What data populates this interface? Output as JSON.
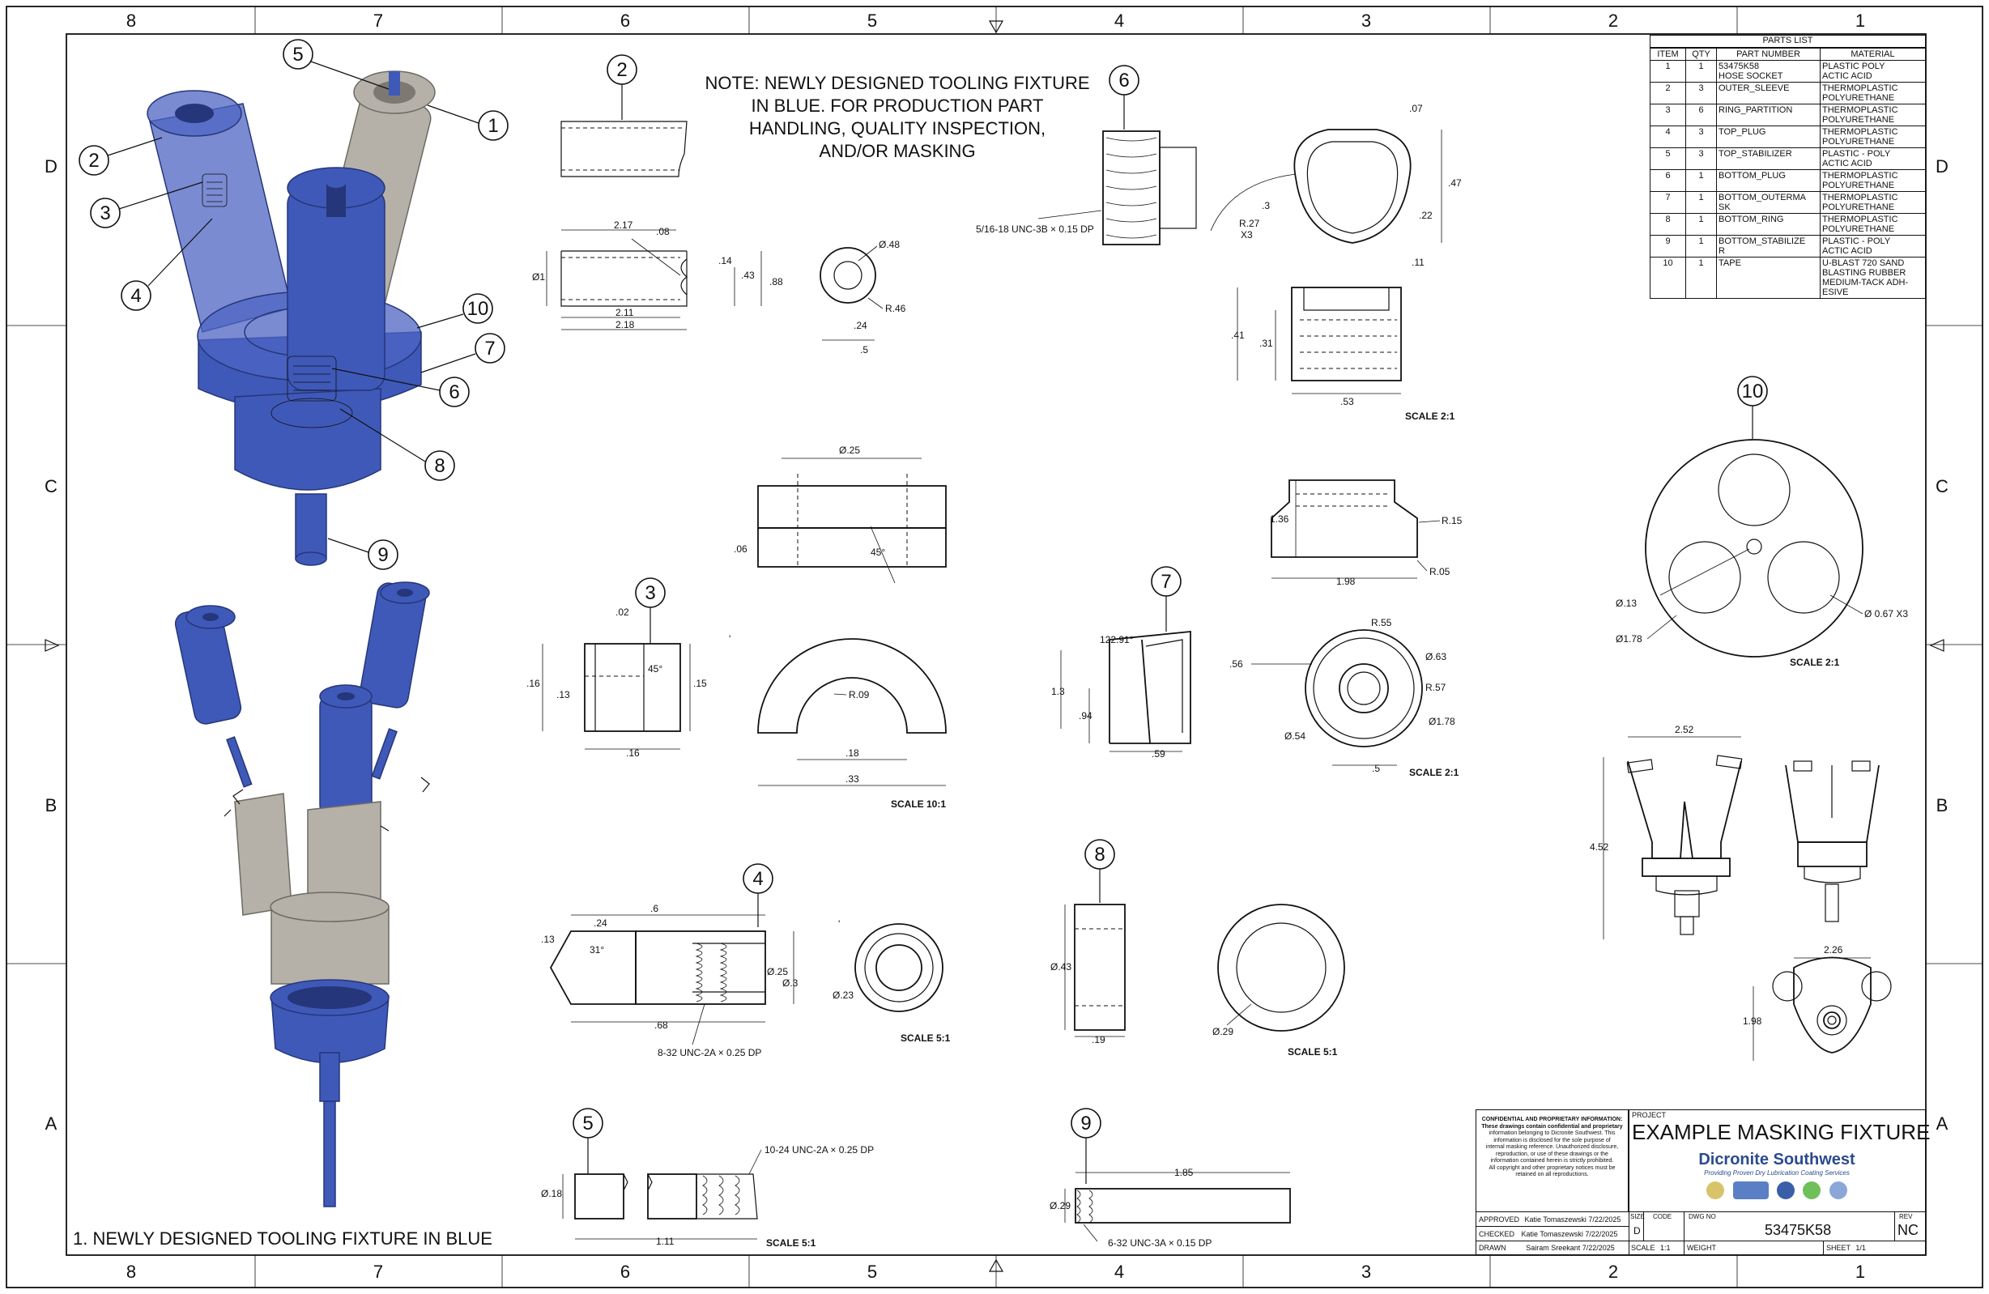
{
  "zones": {
    "columns": [
      "8",
      "7",
      "6",
      "5",
      "4",
      "3",
      "2",
      "1"
    ],
    "rows": [
      "D",
      "C",
      "B",
      "A"
    ]
  },
  "note": {
    "lines": [
      "NOTE: NEWLY DESIGNED TOOLING FIXTURE",
      "IN BLUE. FOR PRODUCTION PART",
      "HANDLING, QUALITY INSPECTION,",
      "AND/OR MASKING"
    ]
  },
  "footnote": "1. NEWLY DESIGNED TOOLING FIXTURE IN BLUE",
  "balloons": [
    "1",
    "2",
    "3",
    "4",
    "5",
    "6",
    "7",
    "8",
    "9",
    "10"
  ],
  "colors": {
    "fixture_blue": "#3f59b8",
    "metal": "#b5b1a9",
    "line": "#111111"
  },
  "views": {
    "v2": {
      "balloon": "2",
      "dims": [
        "2.17",
        ".08",
        ".14",
        ".43",
        ".88",
        "Ø1",
        "2.11",
        "2.18",
        "Ø.48",
        "R.46",
        ".24",
        ".5"
      ]
    },
    "v6": {
      "balloon": "6",
      "thread": "5/16-18 UNC-3B × 0.15 DP",
      "dims": [
        ".07",
        ".3",
        ".47",
        "R.27",
        "X3",
        ".22",
        ".11",
        ".41",
        ".31",
        ".53"
      ],
      "scale": "SCALE 2:1"
    },
    "v1": {
      "dims": [
        "Ø.25",
        ".06",
        "45°",
        "R.09",
        ".18",
        ".33"
      ],
      "scale": "SCALE 10:1"
    },
    "v3": {
      "balloon": "3",
      "dims": [
        ".02",
        "45°",
        ".16",
        ".13",
        ".15",
        ".16"
      ]
    },
    "v7": {
      "balloon": "7",
      "dims": [
        "1.36",
        "R.15",
        "R.05",
        "1.98",
        "122.91°",
        "1.3",
        ".94",
        ".59",
        "R.55",
        ".56",
        "Ø.63",
        "R.57",
        "Ø.54",
        "Ø1.78",
        ".5"
      ],
      "scale": "SCALE 2:1"
    },
    "v10": {
      "balloon": "10",
      "dims": [
        "Ø.13",
        "Ø1.78",
        "Ø 0.67 X3"
      ],
      "scale": "SCALE 2:1"
    },
    "v4": {
      "balloon": "4",
      "thread": "8-32 UNC-2A × 0.25 DP",
      "dims": [
        ".24",
        ".6",
        ".13",
        "31°",
        "Ø.25",
        "Ø.3",
        ".68",
        "Ø.23"
      ],
      "scale": "SCALE 5:1"
    },
    "v8": {
      "balloon": "8",
      "dims": [
        "Ø.43",
        ".19",
        "Ø.29"
      ],
      "scale": "SCALE 5:1"
    },
    "assy": {
      "dims": [
        "2.52",
        "4.52",
        "2.26",
        "1.98"
      ]
    },
    "v5": {
      "balloon": "5",
      "thread": "10-24 UNC-2A × 0.25 DP",
      "dims": [
        "Ø.18",
        "1.11"
      ],
      "scale": "SCALE 5:1"
    },
    "v9": {
      "balloon": "9",
      "thread": "6-32 UNC-3A × 0.15 DP",
      "dims": [
        "1.85",
        "Ø.29"
      ]
    }
  },
  "parts_list": {
    "title": "PARTS LIST",
    "headers": [
      "ITEM",
      "QTY",
      "PART NUMBER",
      "MATERIAL"
    ],
    "rows": [
      {
        "item": "1",
        "qty": "1",
        "part": [
          "53475K58",
          "HOSE SOCKET"
        ],
        "material": [
          "PLASTIC POLY",
          "ACTIC ACID"
        ]
      },
      {
        "item": "2",
        "qty": "3",
        "part": [
          "OUTER_SLEEVE"
        ],
        "material": [
          "THERMOPLASTIC",
          "POLYURETHANE"
        ]
      },
      {
        "item": "3",
        "qty": "6",
        "part": [
          "RING_PARTITION"
        ],
        "material": [
          "THERMOPLASTIC",
          "POLYURETHANE"
        ]
      },
      {
        "item": "4",
        "qty": "3",
        "part": [
          "TOP_PLUG"
        ],
        "material": [
          "THERMOPLASTIC",
          "POLYURETHANE"
        ]
      },
      {
        "item": "5",
        "qty": "3",
        "part": [
          "TOP_STABILIZER"
        ],
        "material": [
          "PLASTIC - POLY",
          "ACTIC ACID"
        ]
      },
      {
        "item": "6",
        "qty": "1",
        "part": [
          "BOTTOM_PLUG"
        ],
        "material": [
          "THERMOPLASTIC",
          "POLYURETHANE"
        ]
      },
      {
        "item": "7",
        "qty": "1",
        "part": [
          "BOTTOM_OUTERMA",
          "SK"
        ],
        "material": [
          "THERMOPLASTIC",
          "POLYURETHANE"
        ]
      },
      {
        "item": "8",
        "qty": "1",
        "part": [
          "BOTTOM_RING"
        ],
        "material": [
          "THERMOPLASTIC",
          "POLYURETHANE"
        ]
      },
      {
        "item": "9",
        "qty": "1",
        "part": [
          "BOTTOM_STABILIZE",
          "R"
        ],
        "material": [
          "PLASTIC - POLY",
          "ACTIC ACID"
        ]
      },
      {
        "item": "10",
        "qty": "1",
        "part": [
          "TAPE"
        ],
        "material": [
          "U-BLAST 720 SAND",
          "BLASTING RUBBER",
          "MEDIUM-TACK ADH-",
          "ESIVE"
        ]
      }
    ]
  },
  "title_block": {
    "confidential": [
      "CONFIDENTIAL AND PROPRIETARY INFORMATION:",
      "These drawings contain confidential and proprietary",
      "information belonging to Dicronite Southwest. This",
      "information is disclosed for the sole purpose of",
      "internal masking reference. Unauthorized disclosure,",
      "reproduction, or use of these drawings or the",
      "information contained herein is strictly prohibited.",
      "All copyright and other proprietary notices must be",
      "retained on all reproductions."
    ],
    "project_label": "PROJECT",
    "project": "EXAMPLE MASKING FIXTURE",
    "company": "Dicronite Southwest",
    "tagline": "Providing Proven Dry Lubrication Coating Services",
    "approved": {
      "label": "APPROVED",
      "value": "Katie Tomaszewski 7/22/2025"
    },
    "checked": {
      "label": "CHECKED",
      "value": "Katie Tomaszewski 7/22/2025"
    },
    "drawn": {
      "label": "DRAWN",
      "value": "Sairam Sreekant 7/22/2025"
    },
    "size_label": "SIZE",
    "size": "D",
    "code_label": "CODE",
    "dwg_label": "DWG NO",
    "dwg": "53475K58",
    "rev_label": "REV",
    "rev": "NC",
    "scale_label": "SCALE",
    "scale": "1:1",
    "weight_label": "WEIGHT",
    "sheet_label": "SHEET",
    "sheet": "1/1"
  }
}
